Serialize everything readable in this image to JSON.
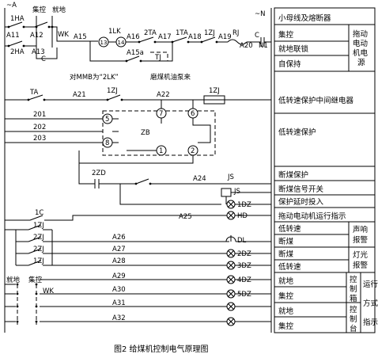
{
  "caption": "图2 给煤机控制电气原理图",
  "bus": {
    "left": "~A",
    "right": "~N"
  },
  "top_section": {
    "labels": [
      "1HA",
      "集控",
      "就地",
      "A11",
      "A12",
      "WK",
      "2HA",
      "A13",
      "C",
      "A15",
      "1LK",
      "A16",
      "2TA",
      "A17",
      "1TA",
      "A18",
      "1ZJ",
      "A19",
      "RJ",
      "A20",
      "C",
      "N1",
      "A15a",
      "TJ"
    ],
    "note_mmb": "对MMB为“2LK”",
    "note_pump": "磨煤机油泵来"
  },
  "relay_section": {
    "labels": [
      "TA",
      "A21",
      "1ZJ",
      "A22",
      "1ZJ",
      "201",
      "202",
      "203",
      "ZB",
      "2ZD",
      "A24",
      "JS",
      "JS",
      "A25",
      "1DZ",
      "HD",
      "1C"
    ],
    "terminals": [
      "5",
      "7",
      "6",
      "8",
      "1",
      "2"
    ]
  },
  "lamp_section": {
    "labels": [
      "1ZJ",
      "2ZJ",
      "2ZJ",
      "1ZJ",
      "A26",
      "A27",
      "A28",
      "A29",
      "A30",
      "A31",
      "A32",
      "DL",
      "2DZ",
      "3DZ",
      "4DZ",
      "5DZ",
      "就地",
      "集控",
      "WK"
    ]
  },
  "table": {
    "title": "小母线及熔断器",
    "rows": [
      "集控",
      "就地联锁",
      "自保持",
      "低转速保护中间继电器",
      "低转速保护",
      "断煤保护",
      "断煤信号开关",
      "保护延时投入",
      "拖动电动机运行指示",
      "低转速",
      "断煤",
      "断煤",
      "低转速",
      "就地",
      "集控",
      "就地",
      "集控"
    ],
    "group_power": [
      "拖动",
      "电动",
      "机电",
      "源"
    ],
    "group_sound": [
      "声响",
      "报警"
    ],
    "group_light": [
      "灯光",
      "报警"
    ],
    "group_box": [
      "控",
      "制",
      "箱"
    ],
    "group_panel": [
      "控",
      "制",
      "台"
    ],
    "group_mode": [
      "运行",
      "方式",
      "指示"
    ]
  }
}
